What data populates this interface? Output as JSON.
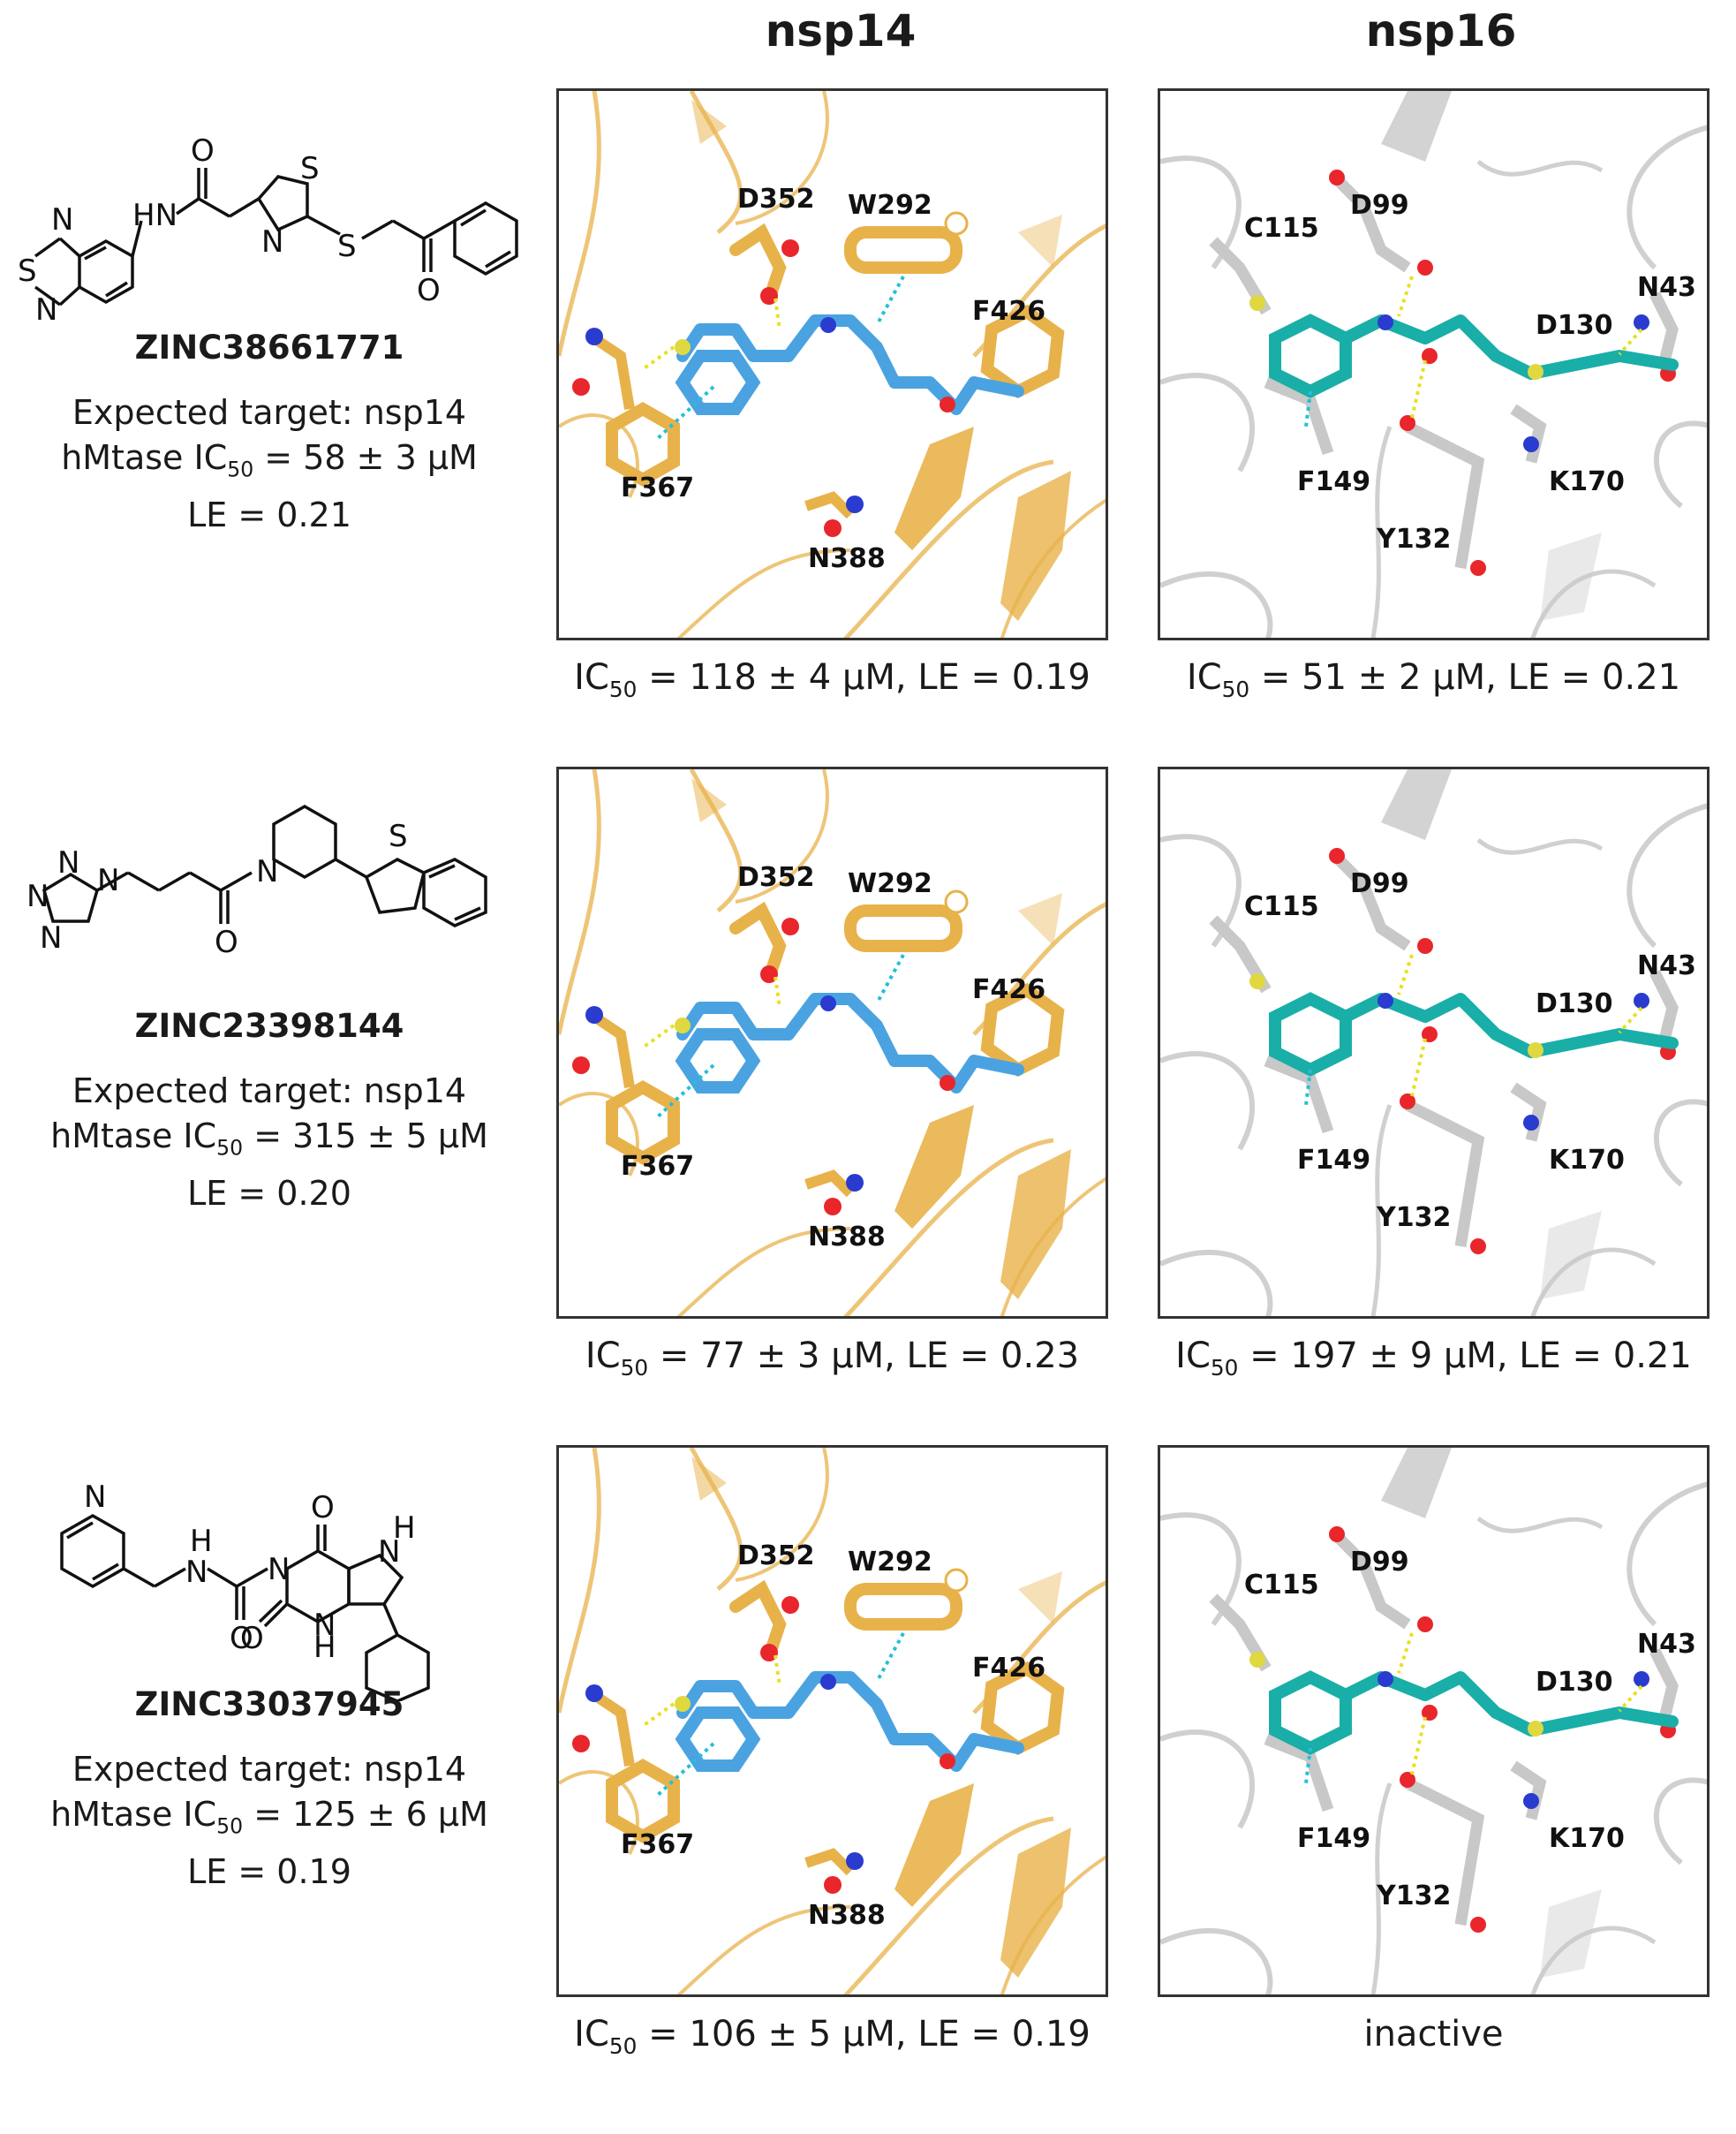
{
  "headers": {
    "nsp14": "nsp14",
    "nsp16": "nsp16"
  },
  "rows": [
    {
      "zinc_id": "ZINC38661771",
      "expected_target": "Expected target: nsp14",
      "hmtase_prefix": "hMtase IC",
      "hmtase_value": " = 58 ± 3 µM",
      "le": "LE = 0.21",
      "nsp14_caption_value": " = 118 ± 4 µM, LE = 0.19",
      "nsp16_caption_value": " = 51 ± 2 µM, LE = 0.21"
    },
    {
      "zinc_id": "ZINC23398144",
      "expected_target": "Expected target: nsp14",
      "hmtase_prefix": "hMtase IC",
      "hmtase_value": " = 315 ± 5 µM",
      "le": "LE = 0.20",
      "nsp14_caption_value": " = 77 ± 3 µM, LE = 0.23",
      "nsp16_caption_value": " = 197 ± 9 µM, LE = 0.21"
    },
    {
      "zinc_id": "ZINC33037945",
      "expected_target": "Expected target: nsp14",
      "hmtase_prefix": "hMtase IC",
      "hmtase_value": " = 125 ± 6 µM",
      "le": "LE = 0.19",
      "nsp14_caption_value": " = 106 ± 5 µM, LE = 0.19",
      "nsp16_caption": "inactive"
    }
  ],
  "ic_label": "IC",
  "ic_subscript": "50",
  "nsp14_residues": [
    "D352",
    "W292",
    "F426",
    "F367",
    "N388"
  ],
  "nsp16_residues": [
    "C115",
    "D99",
    "N43",
    "D130",
    "F149",
    "K170",
    "Y132"
  ],
  "colors": {
    "nsp14_protein": "#e8b24a",
    "nsp14_ligand": "#4aa3e0",
    "nsp16_protein": "#c8c8c8",
    "nsp16_ligand": "#1aaea8",
    "oxygen": "#e8262b",
    "nitrogen": "#2a3bd0",
    "sulfur": "#e0d840",
    "hbond": "#e8e020",
    "pi_contact": "#22c0d8"
  },
  "molecule_atoms": {
    "row1": [
      "S",
      "N",
      "N",
      "HN",
      "O",
      "S",
      "N",
      "S",
      "O"
    ],
    "row2": [
      "N",
      "N",
      "N",
      "N",
      "O",
      "N",
      "S"
    ],
    "row3": [
      "N",
      "H",
      "N",
      "O",
      "N",
      "O",
      "H",
      "N",
      "O",
      "H",
      "N"
    ]
  }
}
